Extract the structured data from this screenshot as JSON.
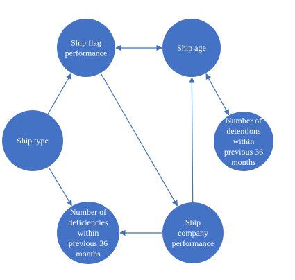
{
  "colors": {
    "node_fill": "#4472c4",
    "edge": "#3f72b8",
    "text": "#ffffff"
  },
  "nodes": {
    "ship_flag": {
      "lines": [
        "Ship flag",
        "performance"
      ]
    },
    "ship_age": {
      "lines": [
        "Ship age"
      ]
    },
    "ship_type": {
      "lines": [
        "Ship type"
      ]
    },
    "detentions": {
      "lines": [
        "Number of",
        "detentions",
        "within",
        "previous 36",
        "months"
      ]
    },
    "deficiencies": {
      "lines": [
        "Number of",
        "deficiencies",
        "within",
        "previous 36",
        "months"
      ]
    },
    "company": {
      "lines": [
        "Ship",
        "company",
        "performance"
      ]
    }
  },
  "edges": [
    {
      "from": "ship_type",
      "to": "ship_flag",
      "direction": "forward"
    },
    {
      "from": "ship_type",
      "to": "deficiencies",
      "direction": "forward"
    },
    {
      "from": "ship_flag",
      "to": "ship_age",
      "direction": "both"
    },
    {
      "from": "ship_flag",
      "to": "company",
      "direction": "forward"
    },
    {
      "from": "ship_age",
      "to": "detentions",
      "direction": "both"
    },
    {
      "from": "company",
      "to": "ship_age",
      "direction": "forward"
    },
    {
      "from": "company",
      "to": "deficiencies",
      "direction": "forward"
    }
  ]
}
